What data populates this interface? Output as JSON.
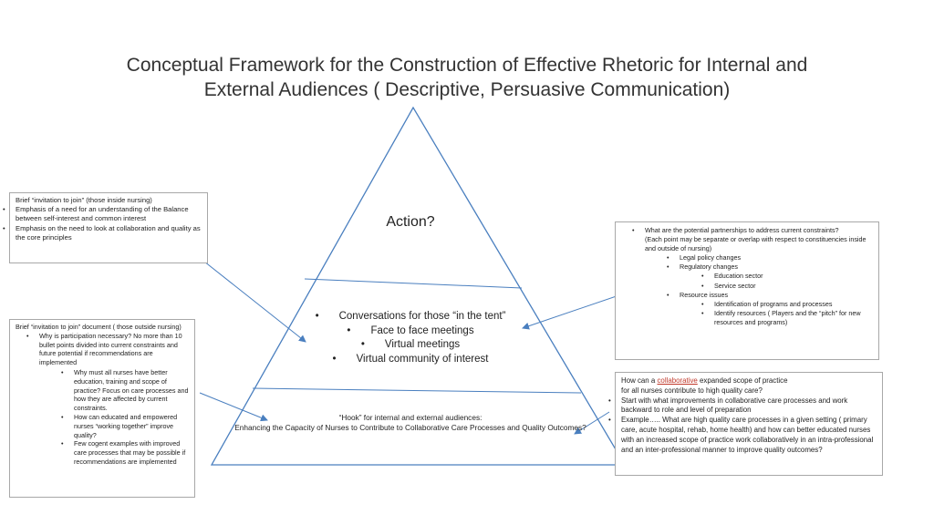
{
  "title": {
    "line1": "Conceptual Framework for the Construction of Effective Rhetoric for Internal and",
    "line2": "External Audiences ( Descriptive, Persuasive Communication)"
  },
  "pyramid": {
    "top_label": "Action?",
    "middle": {
      "heading": "Conversations for those “in the tent”",
      "items": [
        "Face to face meetings",
        "Virtual meetings",
        "Virtual community of interest"
      ]
    },
    "bottom": {
      "heading": "“Hook” for internal and external audiences:",
      "text": "Enhancing the Capacity of Nurses to Contribute to Collaborative Care Processes and Quality Outcomes?"
    }
  },
  "box_inside": {
    "heading": "Brief “invitation to join” (those inside nursing)",
    "items": [
      "Emphasis of a need for an understanding of the Balance between self-interest and common interest",
      "Emphasis on the need to look at collaboration and quality as the core principles"
    ]
  },
  "box_outside": {
    "heading": "Brief “invitation to join” document ( those outside nursing)",
    "item1": "Why is participation necessary? No more than 10 bullet points divided into current constraints and future potential if recommendations are implemented",
    "subitems": [
      "Why must all nurses have better education, training and scope of practice? Focus on care processes and how they are affected by current constraints.",
      "How can educated and empowered nurses “working together” improve quality?",
      "Few cogent examples with improved care processes that may be possible if recommendations are implemented"
    ]
  },
  "box_partnerships": {
    "item": "What are the potential partnerships to address current constraints?",
    "note": "(Each point may be separate or overlap with respect to constituencies inside and outside of nursing)",
    "legal": "Legal policy changes",
    "regulatory": "Regulatory changes",
    "education": "Education sector",
    "service": "Service sector",
    "resource": "Resource issues",
    "identification": "Identification of programs and processes",
    "identify": "Identify resources ( Players and the “pitch” for new resources and programs)"
  },
  "box_collab": {
    "line1_pre": "How can  a ",
    "line1_link": "collaborative",
    "line1_post": " expanded scope of practice",
    "line2": "for all nurses contribute to high quality care?",
    "items": [
      "Start with what improvements in collaborative care processes and work backward to role and level of preparation",
      "Example….. What are high quality care processes in a given setting ( primary care, acute hospital, rehab, home health) and how can better educated nurses with an increased scope of practice work collaboratively in an intra-professional and an inter-professional manner to improve quality outcomes?"
    ]
  },
  "colors": {
    "line": "#4a7fbf",
    "box_border": "#a8a8a8",
    "link": "#c0392b"
  }
}
